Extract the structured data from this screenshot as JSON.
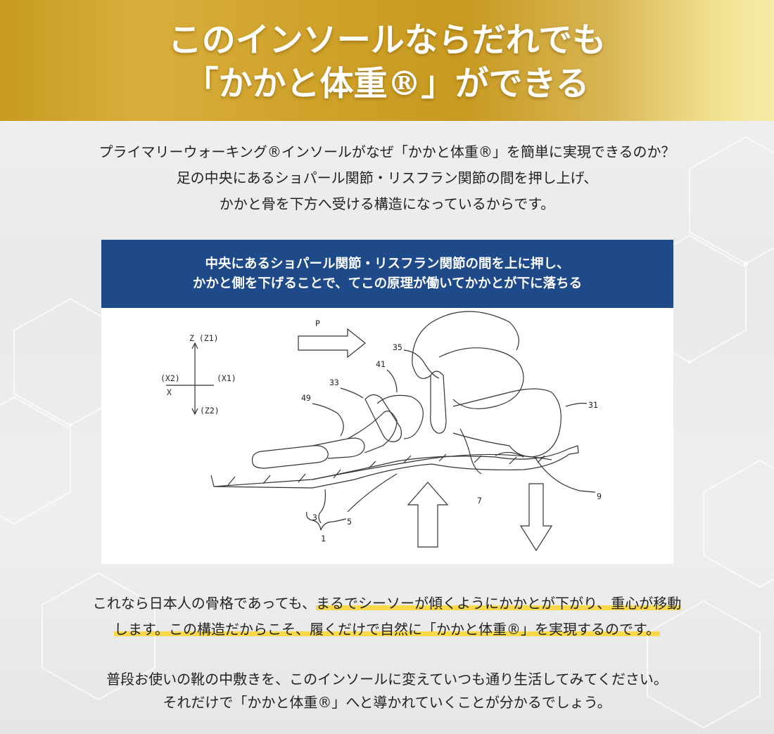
{
  "header": {
    "title_line1": "このインソールならだれでも",
    "title_line2": "「かかと体重®」ができる"
  },
  "intro": {
    "line1": "プライマリーウォーキング®インソールがなぜ「かかと体重®」を簡単に実現できるのか？",
    "line2": "足の中央にあるショパール関節・リスフラン関節の間を押し上げ、",
    "line3": "かかと骨を下方へ受ける構造になっているからです。"
  },
  "figure": {
    "banner_line1": "中央にあるショパール関節・リスフラン関節の間を上に押し、",
    "banner_line2": "かかと側を下げることで、てこの原理が働いてかかとが下に落ちる",
    "labels": {
      "p": "P",
      "z_z1": "Z (Z1)",
      "x2": "(X2)",
      "x1": "(X1)",
      "x": "X",
      "z2": "(Z2)",
      "n35": "35",
      "n41": "41",
      "n33": "33",
      "n49": "49",
      "n31": "31",
      "n7": "7",
      "n9": "9",
      "n3": "3",
      "n5": "5",
      "n1": "1"
    }
  },
  "body": {
    "line1": "これなら日本人の骨格であっても、",
    "line1_highlight": "まるでシーソーが傾くようにかかとが下がり、重心が移動",
    "line2_highlight": "します。この構造だからこそ、履くだけで自然に「かかと体重®」を実現するのです。"
  },
  "closing": {
    "line1": "普段お使いの靴の中敷きを、このインソールに変えていつも通り生活してみてください。",
    "line2": "それだけで「かかと体重®」へと導かれていくことが分かるでしょう。"
  },
  "colors": {
    "gold": "#c89a21",
    "banner_blue": "#1f4a8a",
    "highlight_yellow": "#f9d94a"
  }
}
